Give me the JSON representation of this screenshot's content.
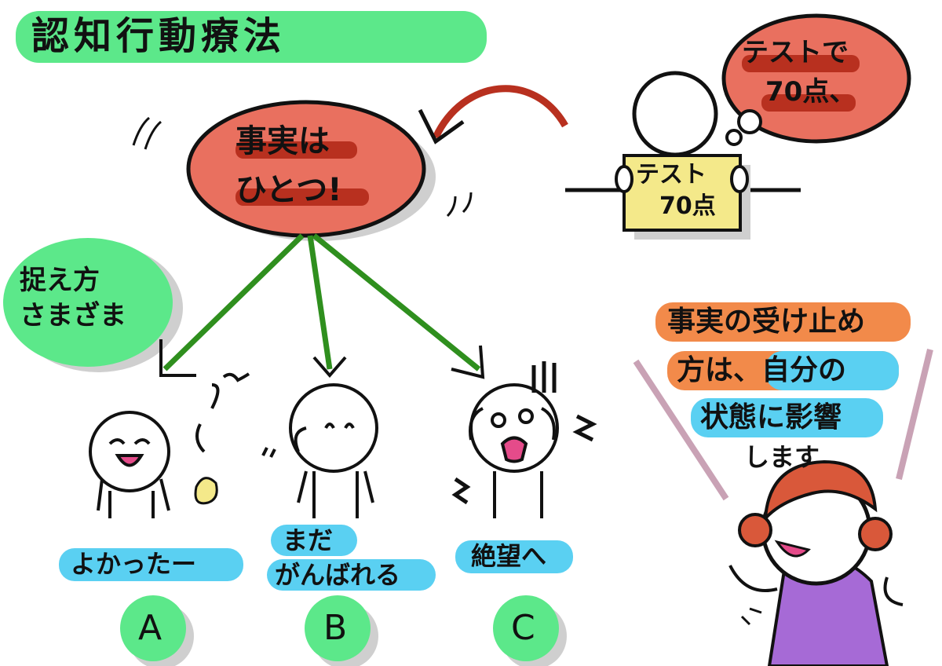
{
  "title": "認知行動療法",
  "fact": {
    "line1": "事実は",
    "line2": "ひとつ!"
  },
  "thought": {
    "line1": "テストで",
    "line2": "70点、"
  },
  "sign": {
    "line1": "テスト",
    "line2": "70点"
  },
  "perspective": {
    "line1": "捉え方",
    "line2": "さまざま"
  },
  "reactions": [
    {
      "text": "よかったー",
      "letter": "A"
    },
    {
      "text_line1": "まだ",
      "text_line2": "がんばれる",
      "letter": "B"
    },
    {
      "text": "絶望へ",
      "letter": "C"
    }
  ],
  "message": {
    "line1": "事実の受け止め",
    "line2": "方は、自分の",
    "line3": "状態に影響",
    "line4": "します"
  },
  "colors": {
    "green": "#5ce88a",
    "red": "#e9705f",
    "blue": "#5ad0f2",
    "orange": "#f28a4a",
    "arrow": "#2f8f1e",
    "arrow_red": "#b8301f",
    "purple": "#a66ad6"
  }
}
